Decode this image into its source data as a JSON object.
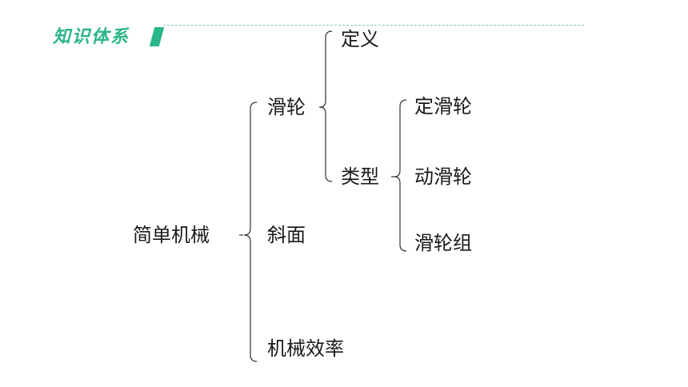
{
  "header": {
    "title": "知识体系"
  },
  "diagram": {
    "root": "简单机械",
    "children": {
      "pulley": "滑轮",
      "incline": "斜面",
      "efficiency": "机械效率"
    },
    "pulley_children": {
      "definition": "定义",
      "types": "类型"
    },
    "type_children": {
      "fixed": "定滑轮",
      "movable": "动滑轮",
      "block": "滑轮组"
    }
  }
}
